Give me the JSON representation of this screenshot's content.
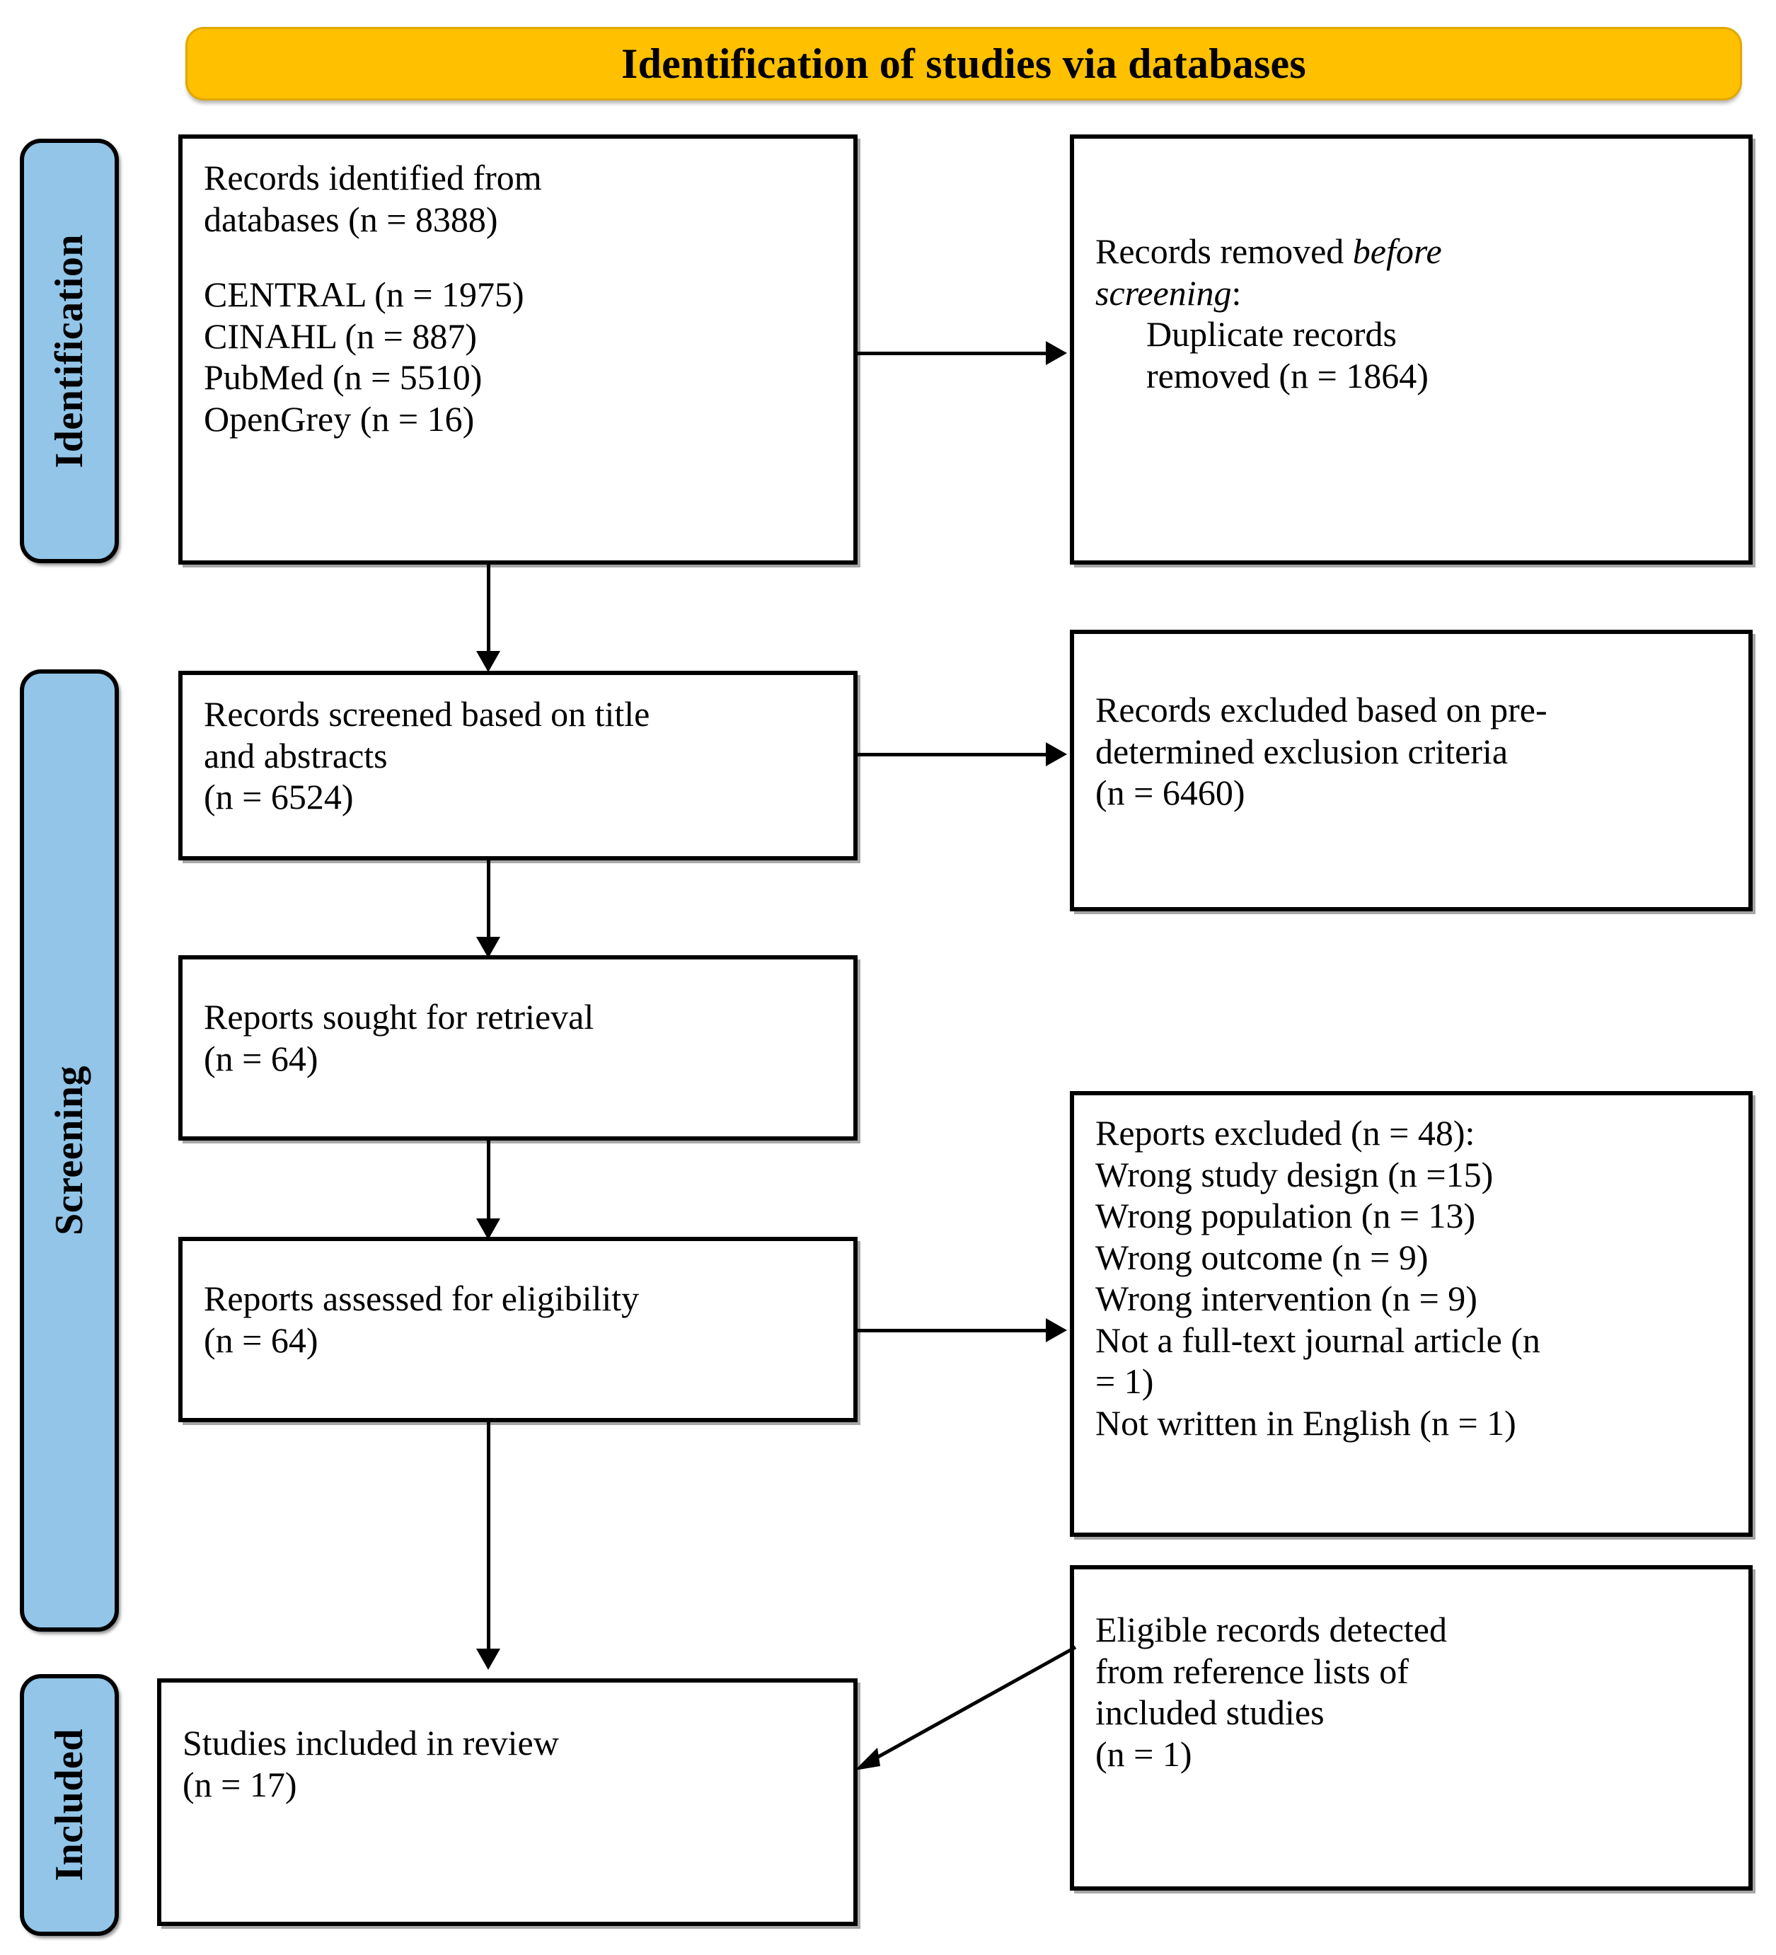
{
  "banner": {
    "title": "Identification of studies via databases",
    "fill_color": "#FFC000"
  },
  "stages": [
    {
      "key": "identification",
      "label": "Identification",
      "fill_color": "#92C5E8"
    },
    {
      "key": "screening",
      "label": "Screening",
      "fill_color": "#92C5E8"
    },
    {
      "key": "included",
      "label": "Included",
      "fill_color": "#92C5E8"
    }
  ],
  "boxes": {
    "records_identified": {
      "line1": "Records identified from",
      "line2": "databases (n = 8388)",
      "sources": [
        "CENTRAL (n = 1975)",
        "CINAHL (n = 887)",
        "PubMed (n = 5510)",
        "OpenGrey (n = 16)"
      ]
    },
    "records_removed": {
      "line1_prefix": "Records removed ",
      "line1_italic": "before",
      "line2_italic": "screening",
      "line2_suffix": ":",
      "line3": "Duplicate records",
      "line4": "removed (n = 1864)"
    },
    "records_screened": {
      "line1": "Records screened based on title",
      "line2": "and abstracts",
      "line3": "(n = 6524)"
    },
    "records_excluded": {
      "line1": "Records excluded based on pre-",
      "line2": "determined exclusion criteria",
      "line3": "(n = 6460)"
    },
    "reports_sought": {
      "line1": "Reports sought for retrieval",
      "line2": "(n = 64)"
    },
    "reports_assessed": {
      "line1": "Reports assessed for eligibility",
      "line2": "(n = 64)"
    },
    "reports_excluded": {
      "heading": "Reports excluded (n = 48):",
      "reasons": [
        "Wrong study design (n =15)",
        "Wrong population (n = 13)",
        "Wrong outcome (n = 9)",
        "Wrong intervention (n = 9)",
        "Not a full-text journal article (n",
        "= 1)",
        "Not written in English (n = 1)"
      ]
    },
    "eligible_from_refs": {
      "line1": "Eligible records detected",
      "line2": "from reference lists of",
      "line3": "included studies",
      "line4": "(n = 1)"
    },
    "studies_included": {
      "line1": "Studies included in review",
      "line2": "(n = 17)"
    }
  }
}
